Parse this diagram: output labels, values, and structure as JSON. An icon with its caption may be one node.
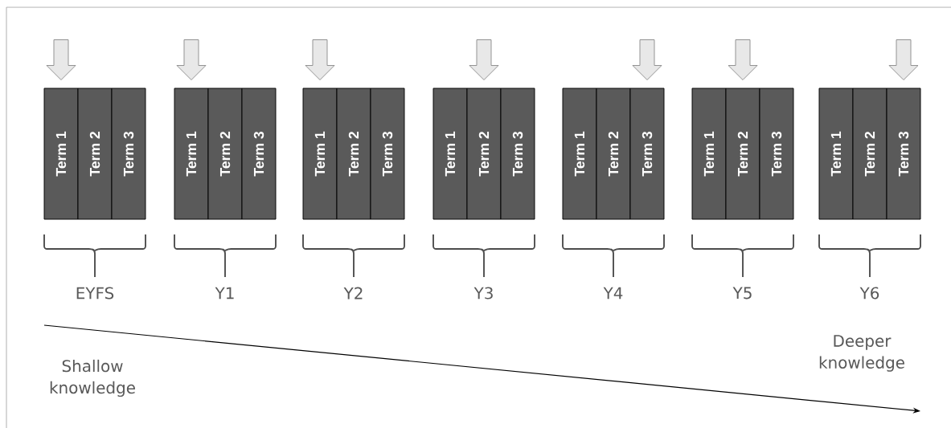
{
  "diagram": {
    "nodes": [
      {
        "text": [
          "Term 1"
        ]
      },
      {
        "text": [
          "Term 2"
        ]
      },
      {
        "text": [
          "Term 3"
        ]
      },
      {
        "text": [
          "Term 1"
        ]
      },
      {
        "text": [
          "Term 2"
        ]
      },
      {
        "text": [
          "Term 3"
        ]
      },
      {
        "text": [
          "Term 1"
        ]
      },
      {
        "text": [
          "Term 2"
        ]
      },
      {
        "text": [
          "Term 3"
        ]
      },
      {
        "text": [
          "Term 1"
        ]
      },
      {
        "text": [
          "Term 2"
        ]
      },
      {
        "text": [
          "Term 3"
        ]
      },
      {
        "text": [
          "Term 1"
        ]
      },
      {
        "text": [
          "Term 2"
        ]
      },
      {
        "text": [
          "Term 3"
        ]
      },
      {
        "text": [
          "Term 1"
        ]
      },
      {
        "text": [
          "Term 2"
        ]
      },
      {
        "text": [
          "Term 3"
        ]
      },
      {
        "text": [
          "Term 1"
        ]
      },
      {
        "text": [
          "Term 2"
        ]
      },
      {
        "text": [
          "Term 3"
        ]
      }
    ],
    "edges": [
      {
        "from": null,
        "to": 0,
        "arrow": "to"
      },
      {
        "from": null,
        "to": 3,
        "arrow": "to"
      },
      {
        "from": null,
        "to": 6,
        "arrow": "to"
      },
      {
        "from": null,
        "to": 10,
        "arrow": "to"
      },
      {
        "from": null,
        "to": 14,
        "arrow": "to"
      },
      {
        "from": null,
        "to": 16,
        "arrow": "to"
      },
      {
        "from": null,
        "to": 20,
        "arrow": "to"
      }
    ],
    "labels": [
      "EYFS",
      "Y1",
      "Y2",
      "Y3",
      "Y4",
      "Y5",
      "Y6",
      "Shallow knowledge",
      "Deeper knowledge"
    ]
  }
}
